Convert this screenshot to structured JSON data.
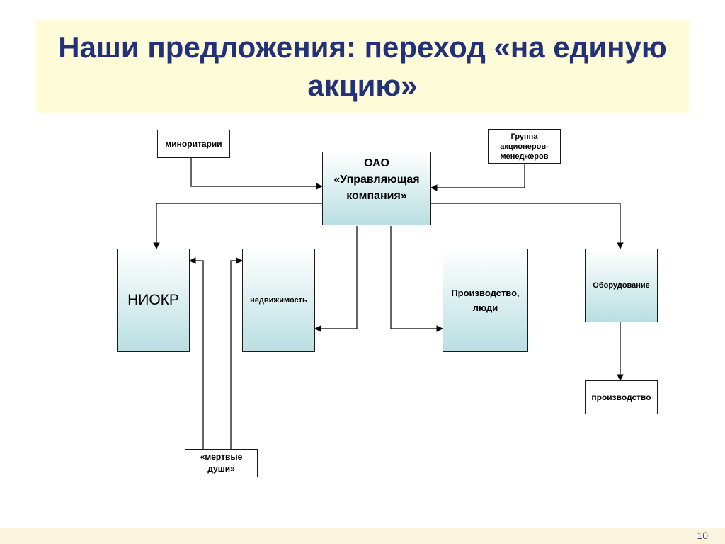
{
  "title": "Наши предложения: переход «на единую акцию»",
  "page_number": "10",
  "nodes": {
    "minoritarii": "миноритарии",
    "managers_group": "Группа акционеров-менеджеров",
    "oao": "ОАО «Управляющая компания»",
    "niokr": "НИОКР",
    "nedvizhimost": "недвижимость",
    "proizvodstvo_lyudi": "Производство, люди",
    "oborudovanie": "Оборудование",
    "proizvodstvo": "производство",
    "mertvye_dushi": "«мертвые души»"
  }
}
